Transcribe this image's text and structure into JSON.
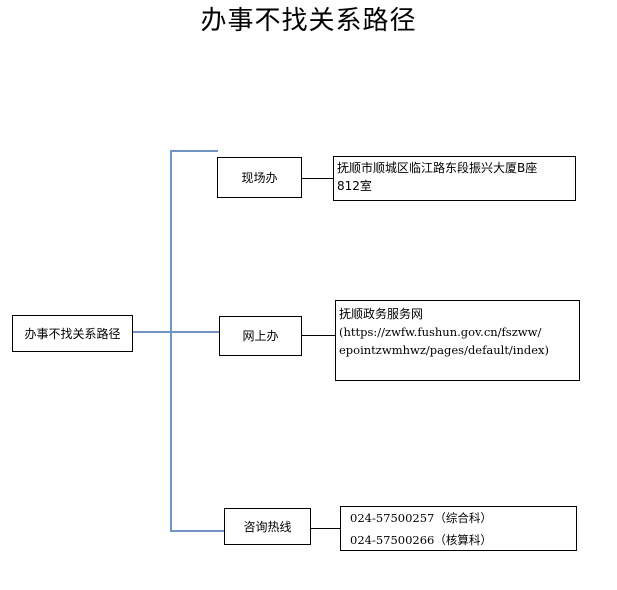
{
  "title": "办事不找关系路径",
  "root": {
    "label": "办事不找关系路径"
  },
  "branches": [
    {
      "label": "现场办",
      "detail_lines": [
        "抚顺市顺城区临江路东段振兴大厦B座",
        "812室"
      ]
    },
    {
      "label": "网上办",
      "detail_lines": [
        "抚顺政务服务网",
        "(https://zwfw.fushun.gov.cn/fszww/",
        "epointzwmhwz/pages/default/index)"
      ]
    },
    {
      "label": "咨询热线",
      "detail_lines": [
        "024-57500257（综合科）",
        "024-57500266（核算科）"
      ]
    }
  ],
  "colors": {
    "connector": "#6f93c3",
    "border": "#000000"
  }
}
